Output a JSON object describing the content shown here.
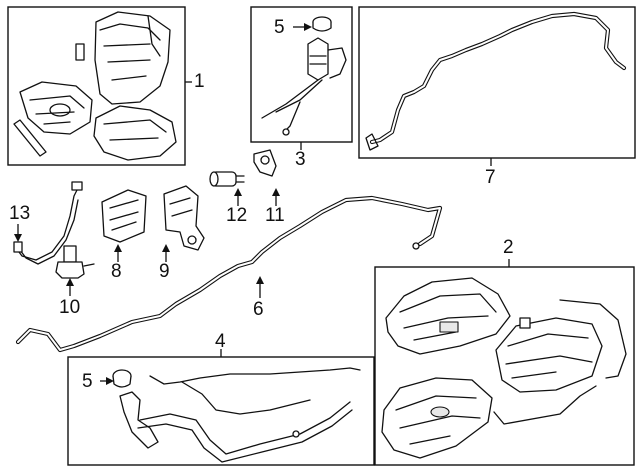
{
  "callouts": {
    "c1": "1",
    "c2": "2",
    "c3": "3",
    "c4": "4",
    "c5a": "5",
    "c5b": "5",
    "c6": "6",
    "c7": "7",
    "c8": "8",
    "c9": "9",
    "c10": "10",
    "c11": "11",
    "c12": "12",
    "c13": "13"
  }
}
